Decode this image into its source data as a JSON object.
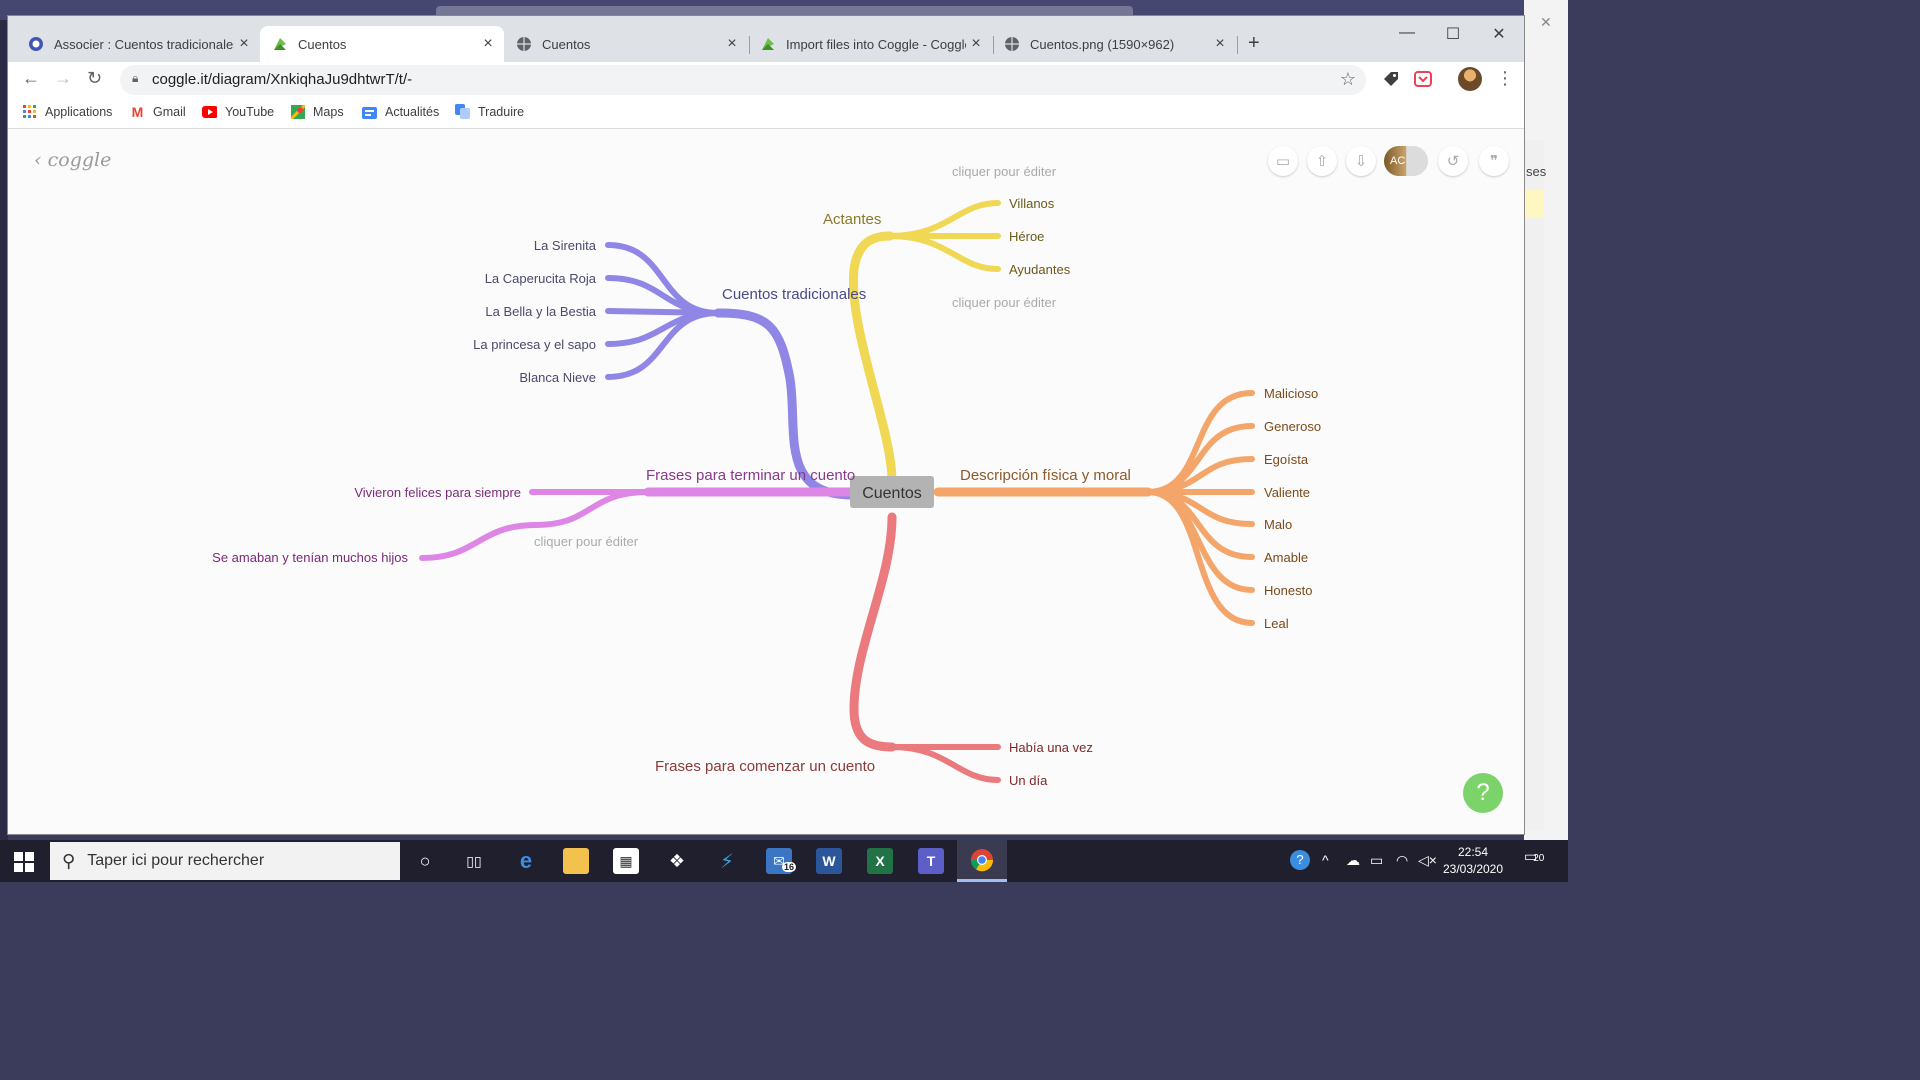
{
  "tabs": [
    {
      "title": "Associer : Cuentos tradicionales |",
      "close": "×"
    },
    {
      "title": "Cuentos",
      "close": "×"
    },
    {
      "title": "Cuentos",
      "close": "×"
    },
    {
      "title": "Import files into Coggle - Coggle",
      "close": "×"
    },
    {
      "title": "Cuentos.png (1590×962)",
      "close": "×"
    }
  ],
  "new_tab": "+",
  "window_controls": {
    "minimize": "—",
    "maximize": "☐",
    "close": "✕"
  },
  "address": {
    "url": "coggle.it/diagram/XnkiqhaJu9dhtwrT/t/-"
  },
  "bookmarks": [
    "Applications",
    "Gmail",
    "YouTube",
    "Maps",
    "Actualités",
    "Traduire"
  ],
  "coggle": {
    "logo": "coggle",
    "avatar_initials": "AC",
    "help": "?",
    "side_text": "ses"
  },
  "mindmap": {
    "root": "Cuentos",
    "branches": {
      "traditional": {
        "label": "Cuentos tradicionales",
        "color": "#8f86e6",
        "items": [
          "La Sirenita",
          "La Caperucita Roja",
          "La Bella y la Bestia",
          "La princesa y el sapo",
          "Blanca Nieve"
        ]
      },
      "actantes": {
        "label": "Actantes",
        "color": "#f0d754",
        "items": [
          "Villanos",
          "Héroe",
          "Ayudantes"
        ],
        "hints": [
          "cliquer pour éditer",
          "cliquer pour éditer"
        ]
      },
      "description": {
        "label": "Descripción física y moral",
        "color": "#f3a56a",
        "items": [
          "Malicioso",
          "Generoso",
          "Egoísta",
          "Valiente",
          "Malo",
          "Amable",
          "Honesto",
          "Leal"
        ]
      },
      "ending": {
        "label": "Frases para terminar un cuento",
        "color": "#dd86e6",
        "items": [
          "Vivieron felices para siempre",
          "Se amaban y tenían muchos hijos"
        ],
        "hint": "cliquer pour éditer"
      },
      "beginning": {
        "label": "Frases para comenzar un cuento",
        "color": "#ea7a7e",
        "items": [
          "Había una vez",
          "Un día"
        ]
      }
    }
  },
  "taskbar": {
    "search_placeholder": "Taper ici pour rechercher",
    "mail_badge": "16",
    "time": "22:54",
    "date": "23/03/2020",
    "notif_count": "20"
  }
}
